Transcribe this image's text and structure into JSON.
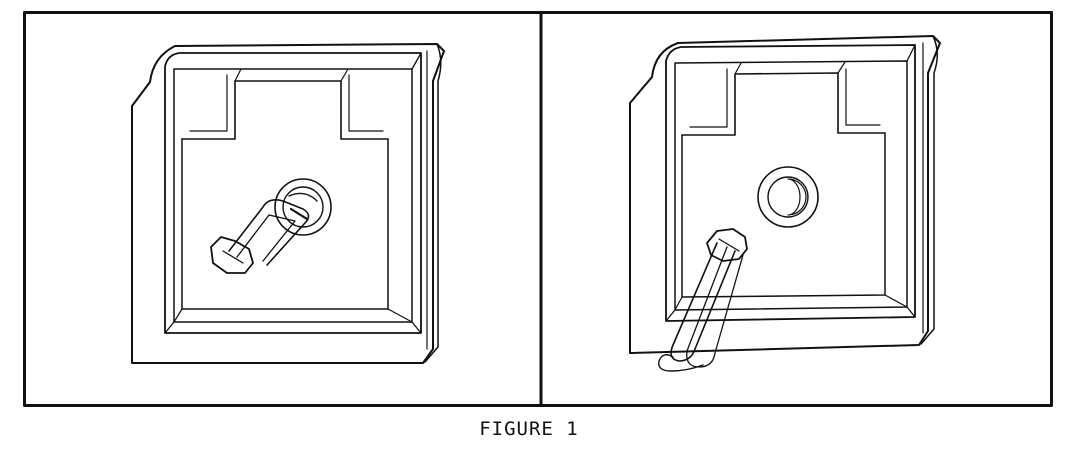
{
  "figure": {
    "caption": "FIGURE 1",
    "panels": [
      {
        "id": "left",
        "depicts": "lamp-housing-with-bail-clip-engaged"
      },
      {
        "id": "right",
        "depicts": "lamp-housing-with-bail-clip-released"
      }
    ]
  },
  "colors": {
    "ink": "#111111",
    "paper": "#ffffff"
  }
}
